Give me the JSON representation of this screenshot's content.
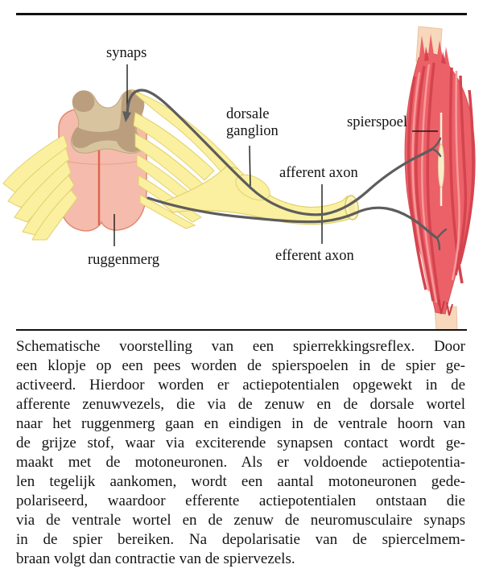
{
  "figure": {
    "labels": {
      "synaps": "synaps",
      "dorsale_ganglion_line1": "dorsale",
      "dorsale_ganglion_line2": "ganglion",
      "spierspoel": "spierspoel",
      "afferent_axon": "afferent axon",
      "efferent_axon": "efferent axon",
      "ruggenmerg": "ruggenmerg"
    },
    "colors": {
      "spinal_cord_pink": "#F5BCAD",
      "spinal_cord_outline": "#E08A72",
      "gray_matter_light": "#D8C5A0",
      "gray_matter_dark": "#BA9E7E",
      "nerve_yellow": "#FAF0A0",
      "nerve_outline": "#E3D06C",
      "axon_gray": "#5D5D5D",
      "muscle_red": "#EC6168",
      "muscle_stripe_dark": "#D5444E",
      "muscle_stripe_light": "#F79A9C",
      "tendon": "#F7D8BC",
      "spindle_cream": "#FBECCB",
      "fissure_red": "#E0654E",
      "pointer_line": "#1A1A1A"
    }
  },
  "caption": {
    "lines": [
      "Schematische voorstelling van een spierrekkingsreflex. Door",
      "een klopje op een pees worden de spierspoelen in de spier ge-",
      "activeerd. Hierdoor worden er actiepotentialen opgewekt in de",
      "afferente zenuwvezels, die via de zenuw en de dorsale wortel",
      "naar het ruggenmerg gaan en eindigen in de ventrale hoorn van",
      "de grijze stof, waar via exciterende synapsen contact wordt ge-",
      "maakt met de motoneuronen. Als er voldoende actiepotentia-",
      "len tegelijk aankomen, wordt een aantal motoneuronen gede-",
      "polariseerd, waardoor efferente actiepotentialen ontstaan die",
      "via de ventrale wortel en de zenuw de neuromusculaire synaps",
      "in de spier bereiken. Na depolarisatie van de spiercelmem-",
      "braan volgt dan contractie van de spiervezels."
    ]
  }
}
